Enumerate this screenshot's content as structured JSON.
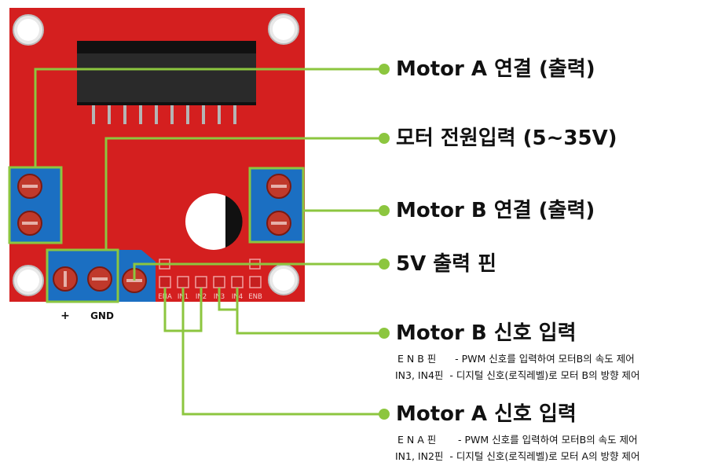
{
  "board": {
    "plus_label": "+",
    "gnd_label": "GND",
    "pins": [
      "ENA",
      "IN1",
      "IN2",
      "IN3",
      "IN4",
      "ENB"
    ]
  },
  "callouts": {
    "motor_a_out": "Motor A 연결 (출력)",
    "motor_power": "모터 전원입력 (5~35V)",
    "motor_b_out": "Motor B 연결 (출력)",
    "five_v_out": "5V 출력 핀",
    "motor_b_signal": "Motor B 신호 입력",
    "motor_a_signal": "Motor A 신호 입력"
  },
  "descriptions": {
    "b_line1": "E N B 핀      - PWM 신호를 입력하여 모터B의 속도 제어",
    "b_line2": "IN3, IN4핀  - 디지털 신호(로직레벨)로 모터 B의 방향 제어",
    "a_line1": "E N A 핀       - PWM 신호를 입력하여 모터B의 속도 제어",
    "a_line2": "IN1, IN2핀  - 디지털 신호(로직레벨)로 모터 A의 방향 제어"
  },
  "colors": {
    "pcb": "#d41f1f",
    "terminal": "#1b6fc2",
    "highlight": "#8cc63f",
    "heatsink": "#222222",
    "screw": "#c0392b"
  }
}
